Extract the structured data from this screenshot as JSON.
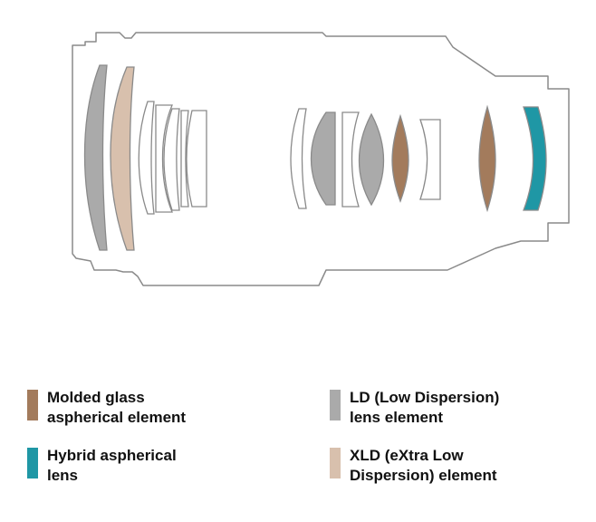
{
  "colors": {
    "outline": "#8a8a8a",
    "molded_glass_aspherical": "#a37b5c",
    "hybrid_aspherical": "#1f97a5",
    "ld": "#aaaaaa",
    "xld": "#d8c0ad"
  },
  "legend": [
    {
      "key": "molded",
      "lines": [
        "Molded glass",
        "aspherical element"
      ]
    },
    {
      "key": "hybrid",
      "lines": [
        "Hybrid aspherical",
        "lens"
      ]
    },
    {
      "key": "ld",
      "lines": [
        "LD (Low Dispersion)",
        "lens element"
      ]
    },
    {
      "key": "xld",
      "lines": [
        "XLD (eXtra Low",
        "Dispersion) element"
      ]
    }
  ]
}
